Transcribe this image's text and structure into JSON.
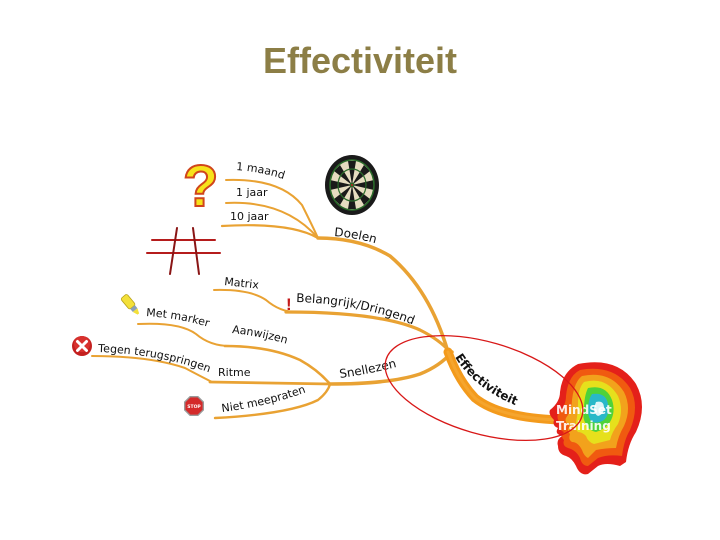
{
  "slide": {
    "title": "Effectiviteit",
    "title_color": "#8c7e46"
  },
  "mindmap": {
    "center": {
      "label": "Effectiviteit",
      "icon": "head-icon",
      "brand_line1": "MindSet",
      "brand_line2": "Training"
    },
    "branches": [
      {
        "label": "Doelen",
        "icon": "dartboard-icon",
        "children": [
          {
            "label": "1 maand",
            "icon": "question-mark-icon"
          },
          {
            "label": "1 jaar"
          },
          {
            "label": "10 jaar"
          }
        ]
      },
      {
        "label": "Belangrijk/Dringend",
        "icon": "exclamation-icon",
        "children": [
          {
            "label": "Matrix",
            "icon": "grid-hash-icon"
          }
        ]
      },
      {
        "label": "Snellezen",
        "children": [
          {
            "label": "Aanwijzen",
            "children": [
              {
                "label": "Met marker",
                "icon": "highlighter-icon"
              }
            ]
          },
          {
            "label": "Ritme",
            "children": [
              {
                "label": "Tegen terugspringen",
                "icon": "red-x-icon"
              }
            ]
          },
          {
            "label": "Niet meepraten",
            "icon": "stop-sign-icon"
          }
        ]
      }
    ],
    "colors": {
      "branch": "#e9a233",
      "center_branch": "#f39a1c",
      "highlight_ellipse": "#d81818"
    }
  }
}
